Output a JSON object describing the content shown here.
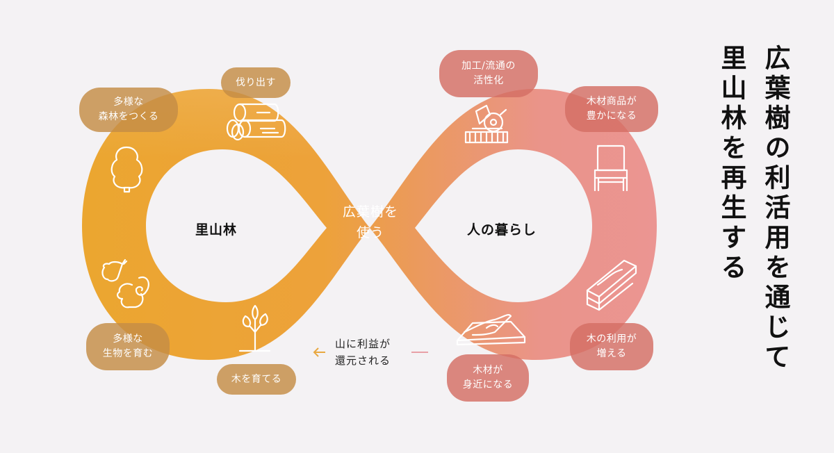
{
  "title": {
    "line1": "広葉樹の利活用を通じて",
    "line2": "里山林を再生する"
  },
  "loops": {
    "left": {
      "label": "里山林",
      "color": "#eba42e"
    },
    "right": {
      "label": "人の暮らし",
      "color": "#e9938c"
    }
  },
  "center": {
    "label": "広葉樹を\n使う"
  },
  "return_note": {
    "label": "山に利益が\n還元される",
    "arrow": "←"
  },
  "steps_left": [
    {
      "label": "伐り出す",
      "icon": "logs-icon"
    },
    {
      "label": "多様な\n森林をつくる",
      "icon": "tree-icon"
    },
    {
      "label": "多様な\n生物を育む",
      "icon": "squirrel-butterfly-icon"
    },
    {
      "label": "木を育てる",
      "icon": "sapling-icon"
    }
  ],
  "steps_right": [
    {
      "label": "加工/流通の\n活性化",
      "icon": "circular-saw-icon"
    },
    {
      "label": "木材商品が\n豊かになる",
      "icon": "chair-icon"
    },
    {
      "label": "木の利用が\n増える",
      "icon": "lumber-planks-icon"
    },
    {
      "label": "木材が\n身近になる",
      "icon": "hand-on-wood-icon"
    }
  ],
  "colors": {
    "background": "#f4f2f4",
    "orange": "#eba42e",
    "orange_light": "#e8a560",
    "pink": "#e9938c",
    "pill_orange": "#c48c46",
    "pill_pink": "#d46e64"
  }
}
